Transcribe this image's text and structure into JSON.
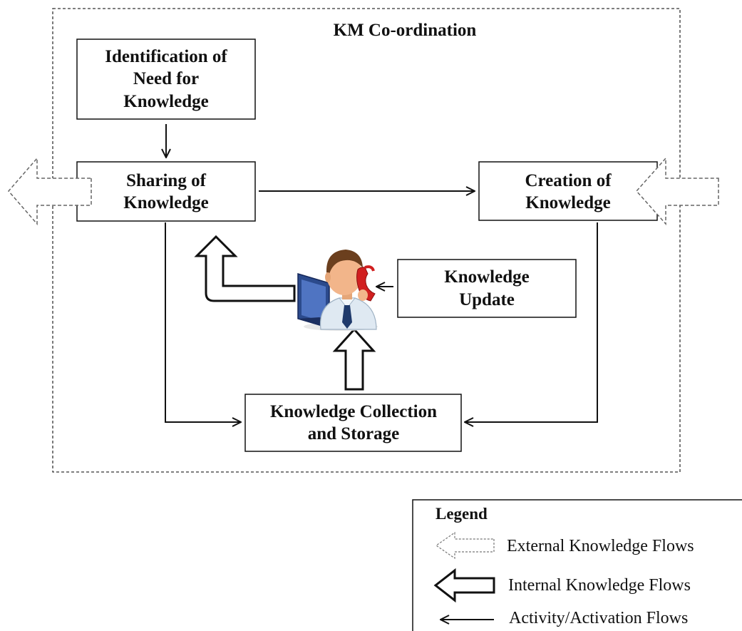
{
  "diagram": {
    "title": "KM Co-ordination",
    "nodes": {
      "identification": {
        "lines": [
          "Identification of",
          "Need for",
          "Knowledge"
        ]
      },
      "sharing": {
        "lines": [
          "Sharing of",
          "Knowledge"
        ]
      },
      "creation": {
        "lines": [
          "Creation of",
          "Knowledge"
        ]
      },
      "update": {
        "lines": [
          "Knowledge",
          "Update"
        ]
      },
      "collection": {
        "lines": [
          "Knowledge Collection",
          "and Storage"
        ]
      }
    },
    "central_figure": "person-with-laptop-and-phone-icon"
  },
  "legend": {
    "title": "Legend",
    "items": [
      {
        "label": "External Knowledge Flows",
        "icon": "dashed-outline-arrow-icon"
      },
      {
        "label": "Internal Knowledge Flows",
        "icon": "bold-outline-arrow-icon"
      },
      {
        "label": "Activity/Activation Flows",
        "icon": "thin-line-arrow-icon"
      }
    ]
  },
  "colors": {
    "line": "#111111",
    "dashed_arrow": "#666666",
    "skin": "#f2b58a",
    "hair": "#6b3f1e",
    "shirt": "#dfe9f2",
    "tie": "#1f3a6b",
    "laptop": "#2b4a8c",
    "phone": "#d11f1f"
  }
}
